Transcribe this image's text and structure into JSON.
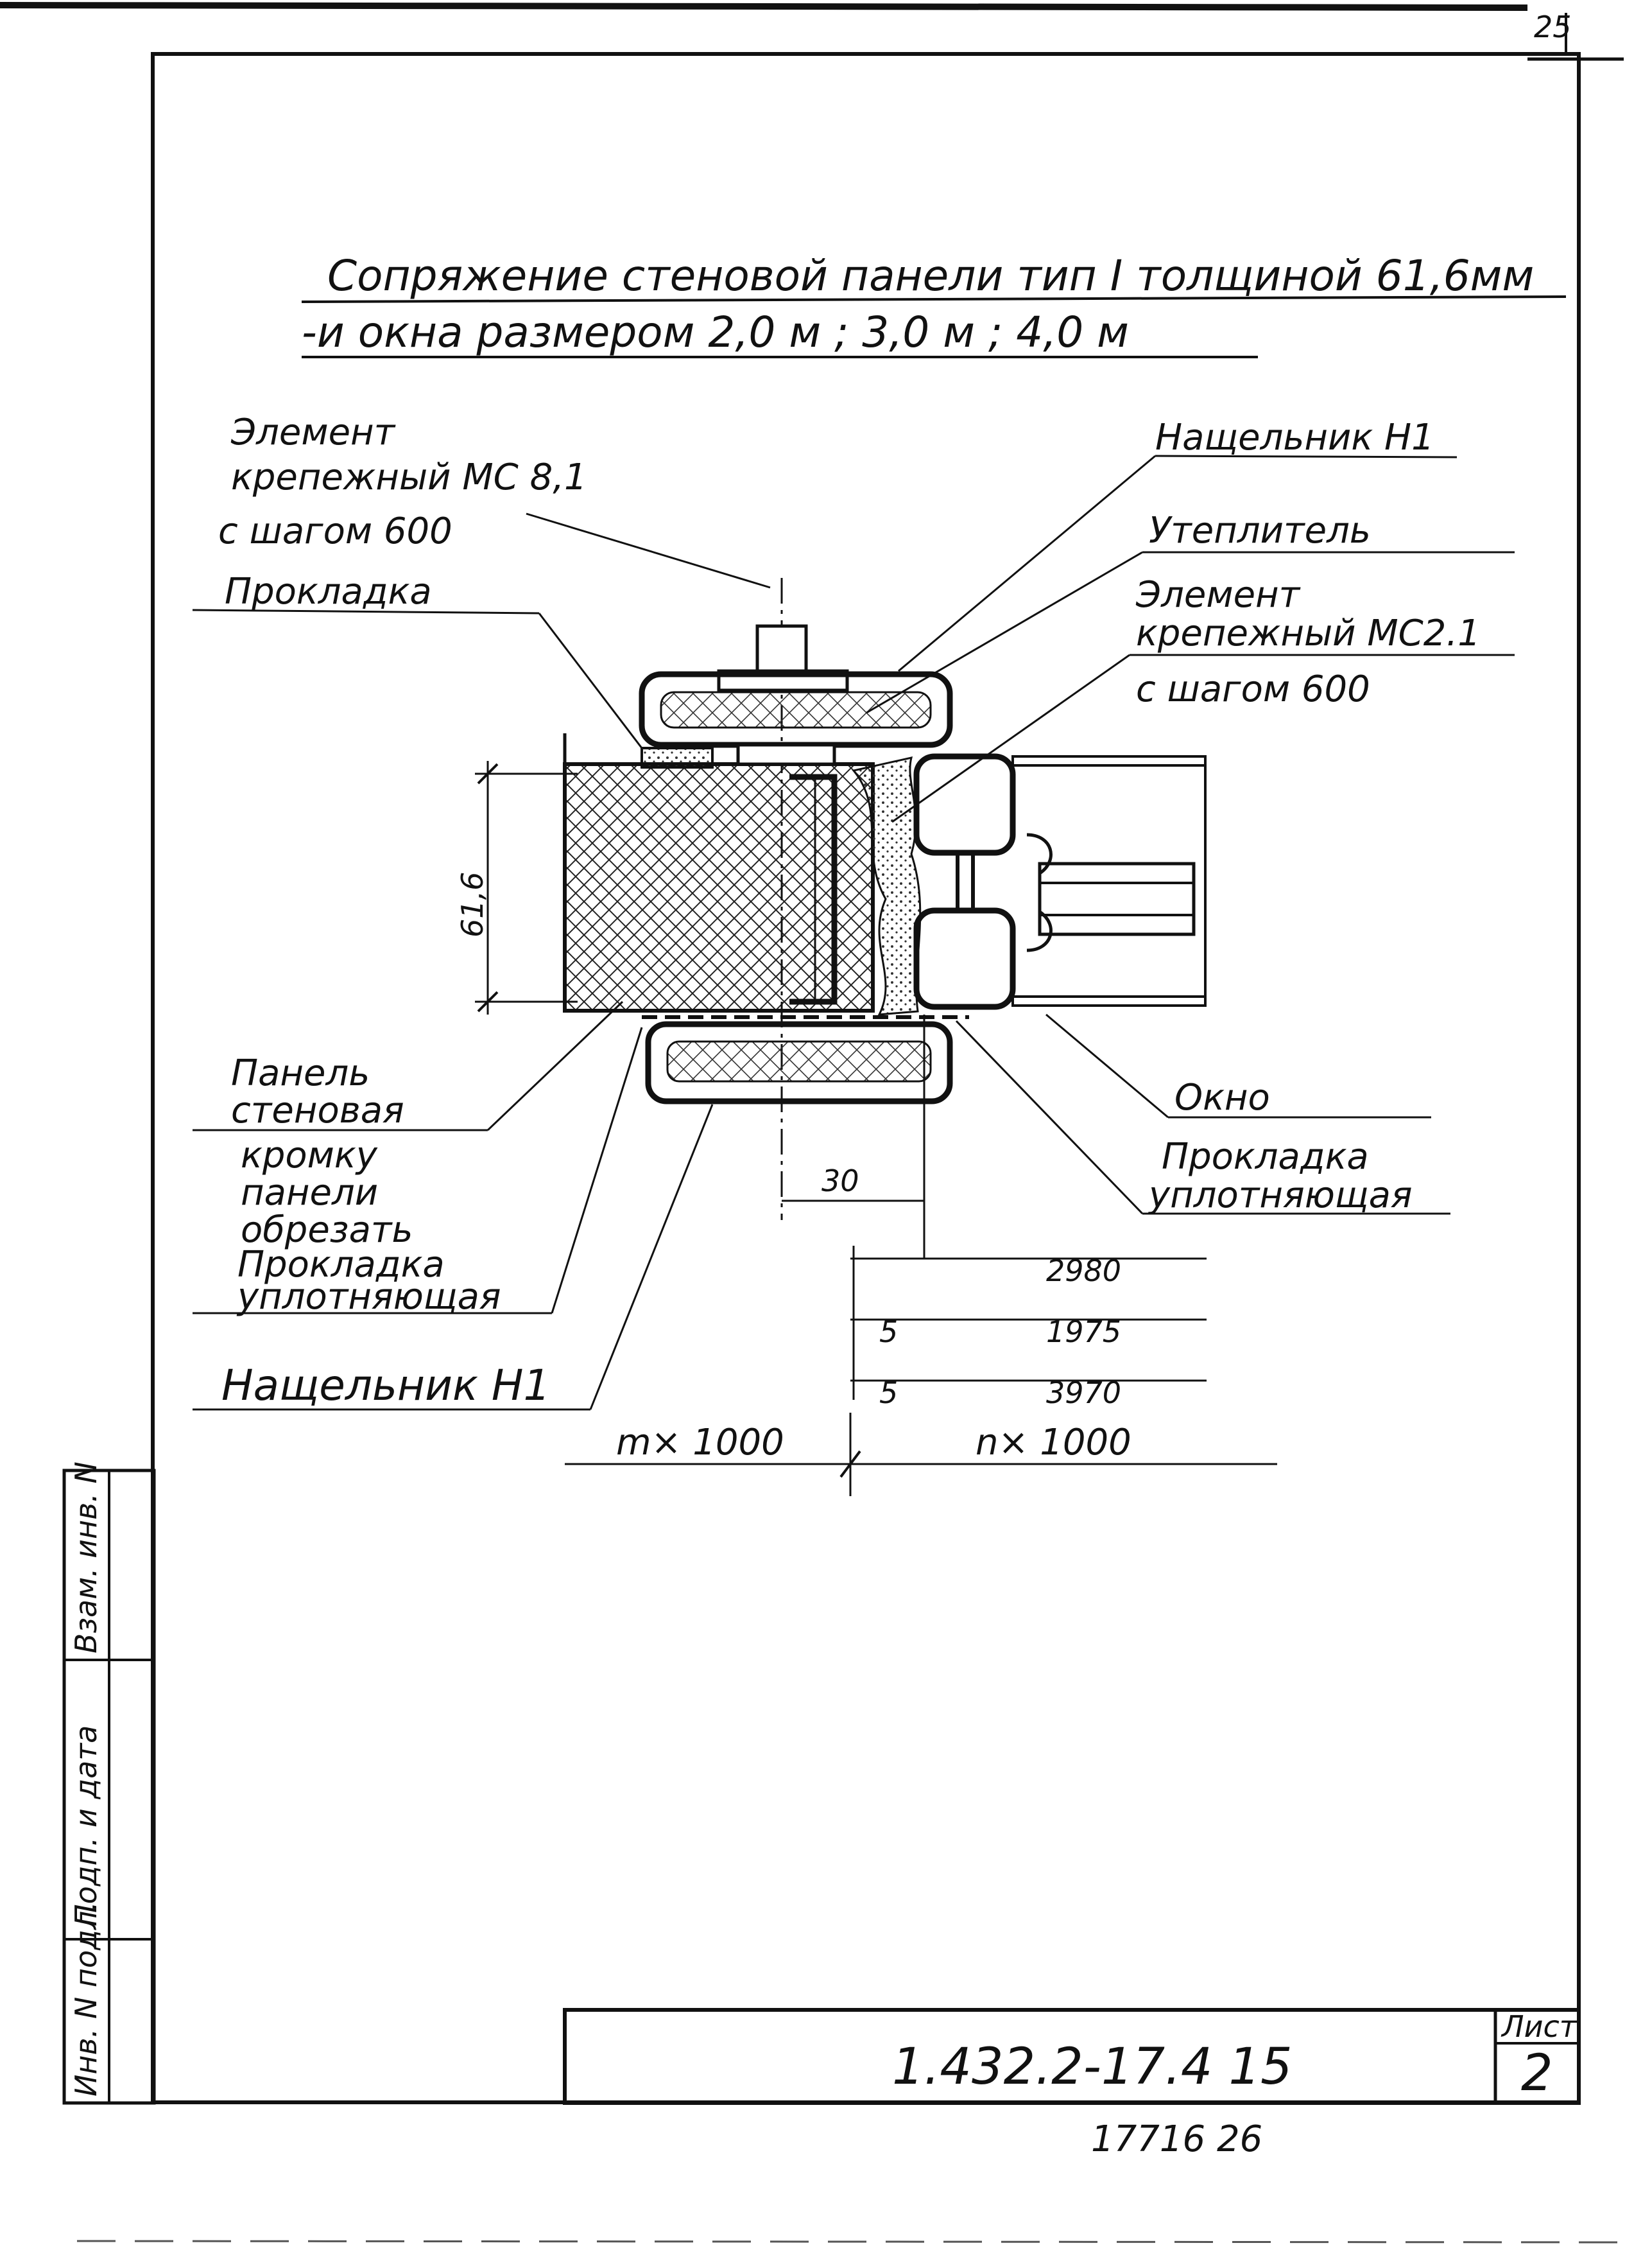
{
  "corner_page_number": "25",
  "title": {
    "line1": "Сопряжение   стеновой   панели тип I толщиной 61,6мм",
    "line2": "-и  окна   размером  2,0 м ;  3,0 м ;  4,0 м"
  },
  "labels": {
    "fastener_mc81_l1": "Элемент",
    "fastener_mc81_l2": "крепежный  МС 8,1",
    "fastener_mc81_l3": "с  шагом  600",
    "gasket_top": "Прокладка",
    "batten_top": "Нащельник Н1",
    "insulation": "Утеплитель",
    "fastener_mc21_l1": "Элемент",
    "fastener_mc21_l2": "крепежный  МС2.1",
    "fastener_mc21_l3": "с  шагом  600",
    "panel_l1": "Панель",
    "panel_l2": "стеновая",
    "trim_l1": "кромку",
    "trim_l2": "панели",
    "trim_l3": "обрезать",
    "seal_left_l1": "Прокладка",
    "seal_left_l2": "уплотняющая",
    "batten_bottom": "Нащельник  Н1",
    "window": "Окно",
    "seal_right_l1": "Прокладка",
    "seal_right_l2": "уплотняющая"
  },
  "dimensions": {
    "thickness": "61,6",
    "offset": "30",
    "d2980": "2980",
    "d1975": "1975",
    "d3970": "3970",
    "gap1": "5",
    "gap2": "5",
    "m_module": "m× 1000",
    "n_module": "n×  1000"
  },
  "side_stamp": {
    "cell1": "Взам. инв. N",
    "cell2": "Подп. и дата",
    "cell3": "Инв. N подл."
  },
  "title_block": {
    "code": "1.432.2-17.4  15",
    "sheet_label": "Лист",
    "sheet_number": "2"
  },
  "archive_number": "17716   26"
}
